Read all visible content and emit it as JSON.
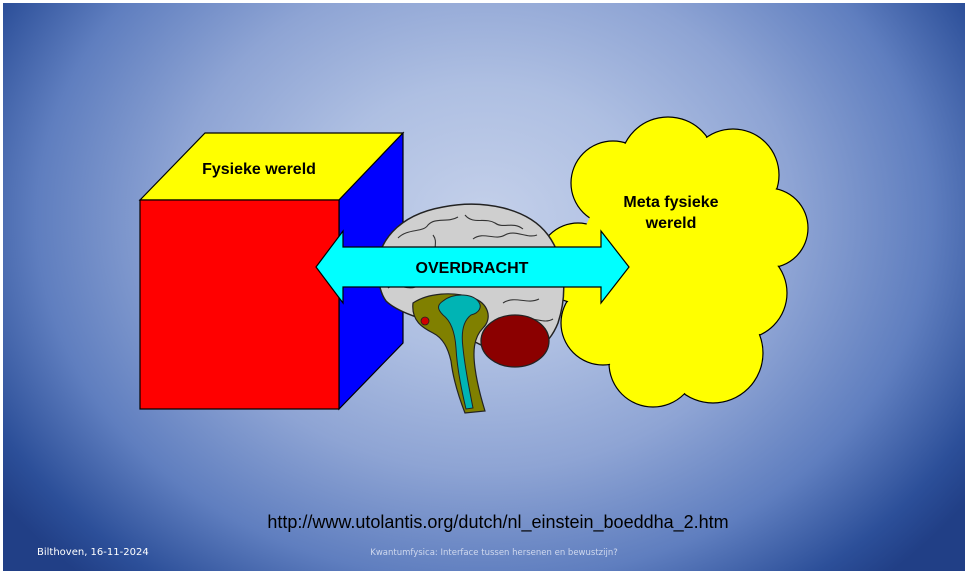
{
  "diagram": {
    "cube_label": "Fysieke wereld",
    "cloud_label_line1": "Meta fysieke",
    "cloud_label_line2": "wereld",
    "arrow_label": "OVERDRACHT"
  },
  "source_url": "http://www.utolantis.org/dutch/nl_einstein_boeddha_2.htm",
  "footer": {
    "location_date": "Bilthoven, 16-11-2024",
    "presentation_title": "Kwantumfysica: Interface tussen hersenen en bewustzijn?"
  },
  "colors": {
    "cube_front": "#ff0000",
    "cube_top": "#ffff00",
    "cube_side": "#0000ff",
    "cloud": "#ffff00",
    "arrow": "#00ffff",
    "brain": "#c8c8c8",
    "cerebellum": "#8b0000"
  }
}
